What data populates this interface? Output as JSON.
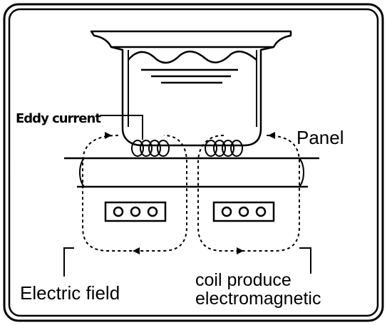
{
  "labels": {
    "eddy_current": "Eddy current",
    "panel": "Panel",
    "electric_field": "Electric field",
    "coil_line1": "coil produce",
    "coil_line2": "electromagnetic"
  },
  "colors": {
    "ink": "#000000",
    "background": "#ffffff"
  }
}
